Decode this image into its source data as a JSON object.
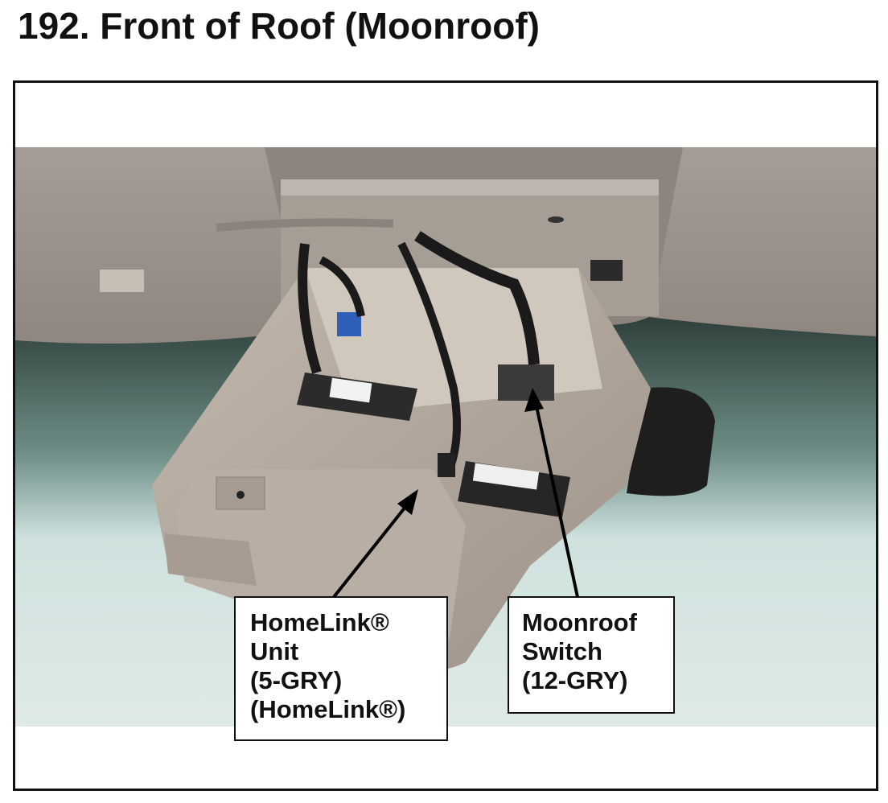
{
  "title": "192.  Front of Roof (Moonroof)",
  "callouts": {
    "homelink": {
      "lines": [
        "HomeLink®",
        "Unit",
        "(5-GRY)",
        "(HomeLink®)"
      ]
    },
    "moonroof": {
      "lines": [
        "Moonroof",
        "Switch",
        "(12-GRY)"
      ]
    }
  },
  "photo": {
    "subject": "overhead console removed from headliner",
    "colors": {
      "headliner": "#a79f97",
      "console": "#b2a89e",
      "windshield": "#cfe0dd",
      "wire": "#1a1a1a",
      "connector": "#2f5fb8"
    }
  }
}
